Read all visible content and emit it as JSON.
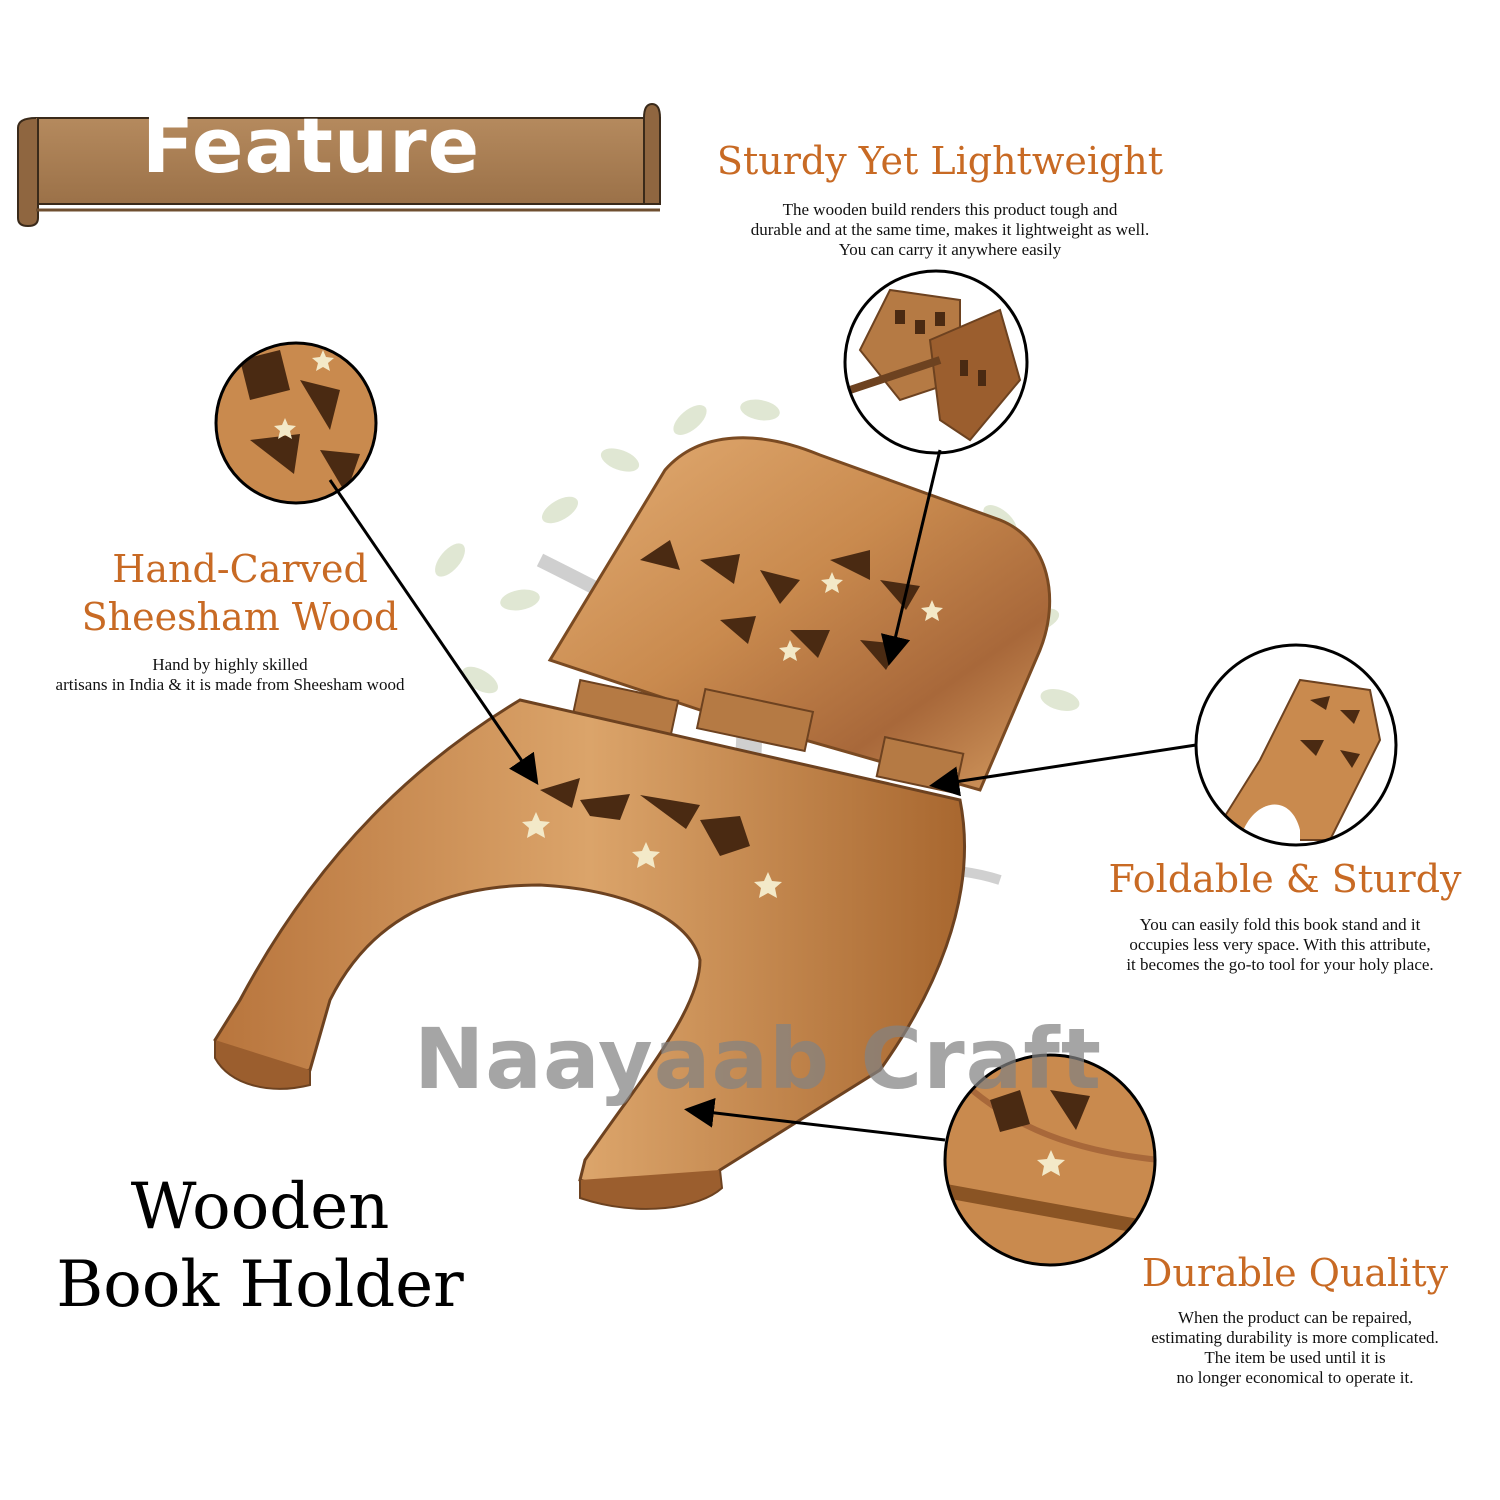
{
  "banner": {
    "label": "Feature"
  },
  "features": {
    "sturdy": {
      "heading": "Sturdy Yet Lightweight",
      "lines": [
        "The wooden build renders this product tough and",
        "durable and at the same time, makes it lightweight as well.",
        "You can carry it anywhere easily"
      ]
    },
    "carved": {
      "heading_lines": [
        "Hand-Carved",
        "Sheesham Wood"
      ],
      "lines": [
        "Hand by highly skilled",
        "artisans in India & it is made from Sheesham wood"
      ]
    },
    "foldable": {
      "heading": "Foldable & Sturdy",
      "lines": [
        "You can easily fold this book stand and it",
        "occupies less very space. With this attribute,",
        "it becomes the go-to tool for your holy place."
      ]
    },
    "durable": {
      "heading": "Durable Quality",
      "lines": [
        "When the product can be repaired,",
        "estimating durability is more complicated.",
        "The item be used until it is",
        "no longer economical to operate it."
      ]
    }
  },
  "product_title": [
    "Wooden",
    "Book Holder"
  ],
  "watermark": "Naayaab Craft",
  "colors": {
    "heading": "#c86a24",
    "banner": "#a67c52",
    "wood_light": "#d9a066",
    "wood_dark": "#8a5424",
    "tree_leaf": "#c8d4b0"
  },
  "icons": [
    "star-inlay-icon",
    "callout-arrow-icon"
  ]
}
